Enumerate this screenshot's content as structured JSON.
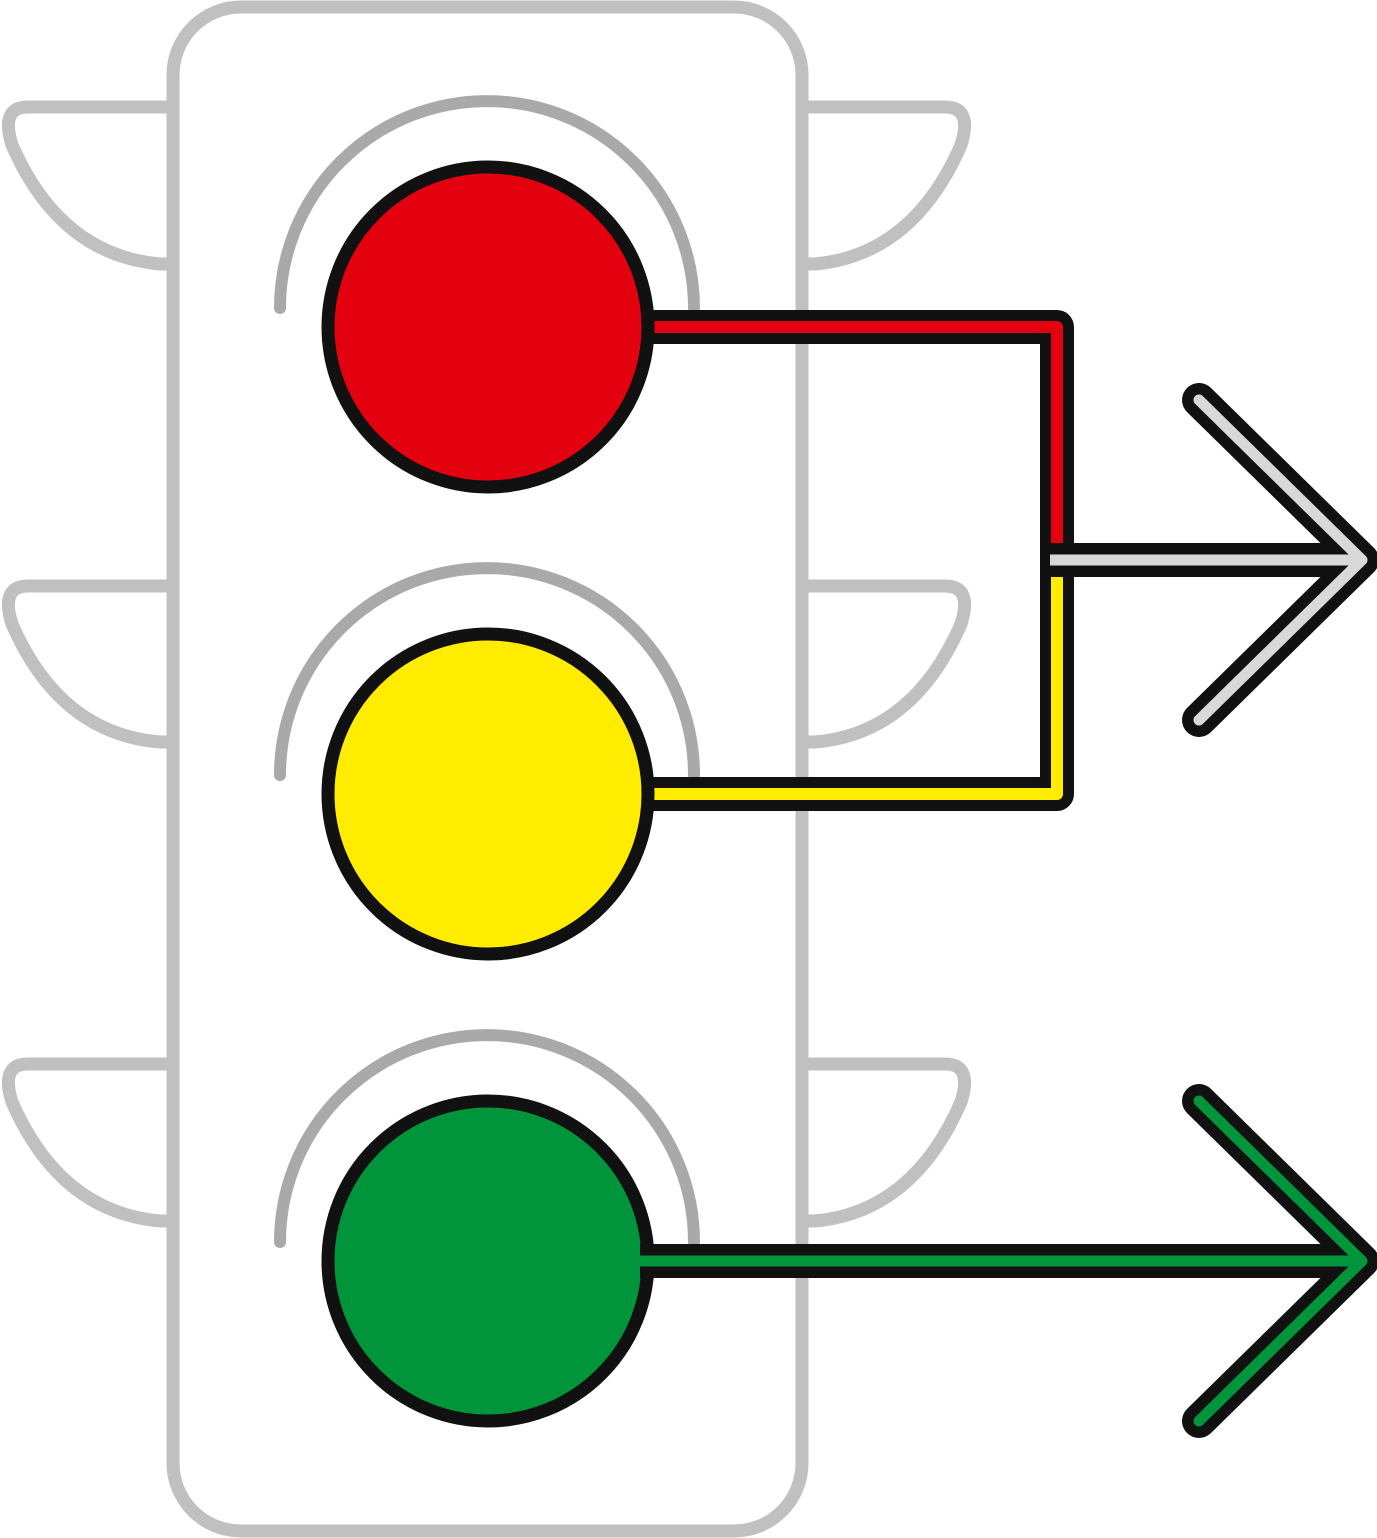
{
  "diagram": {
    "subject": "traffic-light",
    "colors": {
      "housing": "#c0c0c0",
      "hood_arc": "#a9a9a9",
      "outline": "#111111",
      "red": "#e3000f",
      "yellow": "#ffec00",
      "green": "#00953a",
      "combined_arrow": "#d9d9d9"
    },
    "lights": [
      {
        "color": "red",
        "connects_to": "combined-arrow"
      },
      {
        "color": "yellow",
        "connects_to": "combined-arrow"
      },
      {
        "color": "green",
        "connects_to": "green-arrow"
      }
    ],
    "icons": [
      "traffic-light-icon",
      "arrow-right-icon"
    ]
  }
}
